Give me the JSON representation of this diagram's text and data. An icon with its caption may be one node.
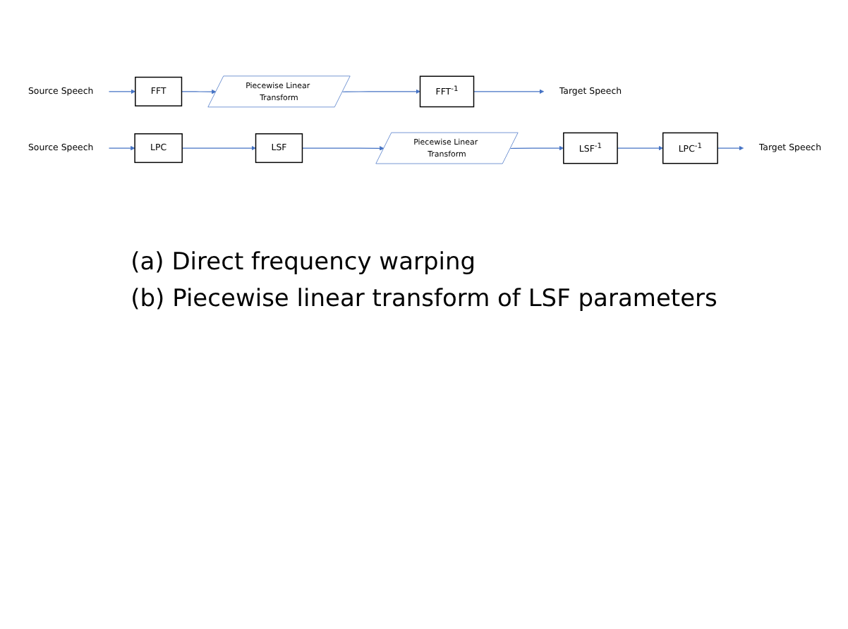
{
  "diagram": {
    "nodes": [
      {
        "text": [
          "Source Speech"
        ]
      },
      {
        "text": [
          "FFT"
        ]
      },
      {
        "text": [
          "Piecewise Linear Transform"
        ]
      },
      {
        "text": [
          "FFT$^{-1}$"
        ]
      },
      {
        "text": [
          "Target Speech"
        ]
      },
      {
        "text": [
          "Source Speech"
        ]
      },
      {
        "text": [
          "LPC"
        ]
      },
      {
        "text": [
          "LSF"
        ]
      },
      {
        "text": [
          "Piecewise Linear Transform"
        ]
      },
      {
        "text": [
          "LSF$^{-1}$"
        ]
      },
      {
        "text": [
          "LPC$^{-1}$"
        ]
      },
      {
        "text": [
          "Target Speech"
        ]
      }
    ],
    "edges": [
      {
        "from": 0,
        "to": 1,
        "arrow": "to"
      },
      {
        "from": 1,
        "to": 2,
        "arrow": "to"
      },
      {
        "from": 2,
        "to": 3,
        "arrow": "to"
      },
      {
        "from": 3,
        "to": 4,
        "arrow": "to"
      },
      {
        "from": 5,
        "to": 6,
        "arrow": "to"
      },
      {
        "from": 6,
        "to": 7,
        "arrow": "to"
      },
      {
        "from": 7,
        "to": 8,
        "arrow": "to"
      },
      {
        "from": 8,
        "to": 9,
        "arrow": "to"
      },
      {
        "from": 9,
        "to": 10,
        "arrow": "to"
      },
      {
        "from": 10,
        "to": 11,
        "arrow": "to"
      }
    ],
    "labels": [
      "(a) Direct frequency warping",
      "(b) Piecewise linear transform of LSF parameters"
    ]
  }
}
